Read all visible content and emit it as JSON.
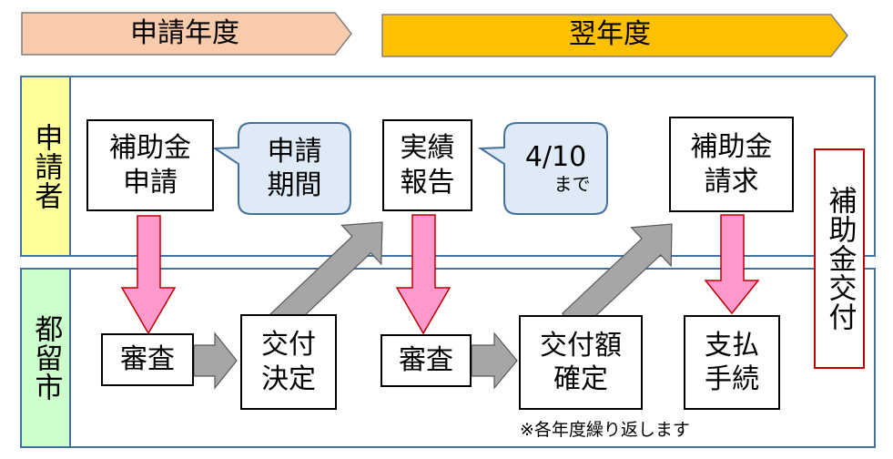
{
  "phases": [
    {
      "label": "申請年度",
      "color": "#f8cbad"
    },
    {
      "label": "翌年度",
      "color": "#ffc000"
    }
  ],
  "lanes": [
    {
      "label": "申請者",
      "color": "#ffff99"
    },
    {
      "label": "都留市",
      "color": "#ccffcc"
    }
  ],
  "steps": {
    "apply": "補助金\n申請",
    "review1": "審査",
    "decision": "交付\n決定",
    "report": "実績\n報告",
    "review2": "審査",
    "amount": "交付額\n確定",
    "claim": "補助金\n請求",
    "payment": "支払\n手続"
  },
  "callouts": {
    "period": "申請\n期間",
    "deadline_date": "4/10",
    "deadline_suffix": "まで"
  },
  "final_step": "補助金交付",
  "note": "※各年度繰り返します",
  "colors": {
    "lane_border": "#41719c",
    "callout_fill": "#deebf7",
    "pink_arrow": "#ff99cc",
    "gray_arrow": "#a6a6a6",
    "kofu_border": "#c00000"
  }
}
